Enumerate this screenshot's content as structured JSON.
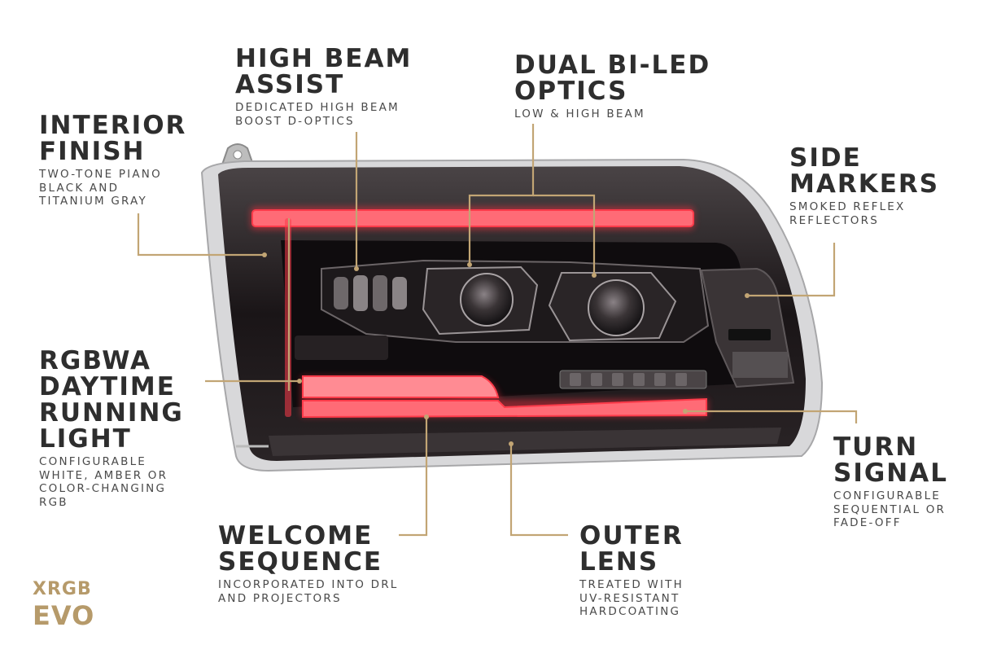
{
  "features": {
    "interior_finish": {
      "title": "INTERIOR\nFINISH",
      "desc": "TWO-TONE PIANO\nBLACK AND\nTITANIUM GRAY"
    },
    "high_beam_assist": {
      "title": "HIGH BEAM\nASSIST",
      "desc": "DEDICATED HIGH BEAM\nBOOST D-OPTICS"
    },
    "dual_bi_led": {
      "title": "DUAL BI-LED\nOPTICS",
      "desc": "LOW & HIGH BEAM"
    },
    "side_markers": {
      "title": "SIDE\nMARKERS",
      "desc": "SMOKED REFLEX\nREFLECTORS"
    },
    "rgbwa_drl": {
      "title": "RGBWA\nDAYTIME\nRUNNING\nLIGHT",
      "desc": "CONFIGURABLE\nWHITE, AMBER OR\nCOLOR-CHANGING\nRGB"
    },
    "turn_signal": {
      "title": "TURN\nSIGNAL",
      "desc": "CONFIGURABLE\nSEQUENTIAL OR\nFADE-OFF"
    },
    "welcome_sequence": {
      "title": "WELCOME\nSEQUENCE",
      "desc": "INCORPORATED INTO DRL\nAND PROJECTORS"
    },
    "outer_lens": {
      "title": "OUTER\nLENS",
      "desc": "TREATED WITH\nUV-RESISTANT\nHARDCOATING"
    }
  },
  "brand": {
    "line1": "XRGB",
    "line2": "EVO"
  },
  "colors": {
    "leader": "#c2a574",
    "accent": "#b69a6a",
    "drl_red": "#ff3b4a",
    "housing": "#1b1618",
    "text": "#2e2e2e"
  }
}
